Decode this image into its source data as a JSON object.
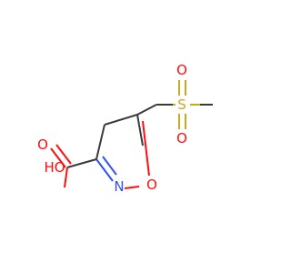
{
  "molecule": {
    "colors": {
      "carbon_bond": "#3a3a3a",
      "oxygen": "#ff0d0d",
      "nitrogen": "#3050f8",
      "sulfur": "#c8aa1e",
      "background": "#ffffff"
    },
    "labels": {
      "hydroxyl": "HO",
      "carbonyl_oxygen": "O",
      "ring_nitrogen": "N",
      "ring_oxygen": "O",
      "sulfur": "S",
      "sulfonyl_oxygen_top": "O",
      "sulfonyl_oxygen_bottom": "O"
    }
  }
}
